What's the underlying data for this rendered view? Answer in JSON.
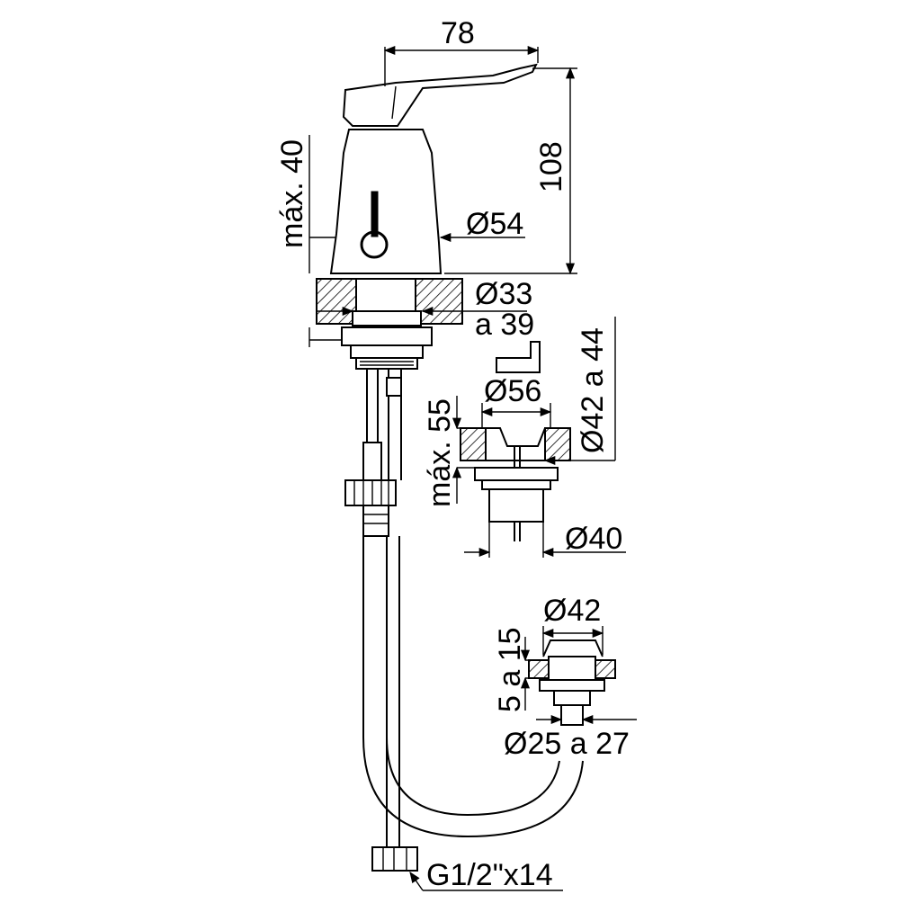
{
  "dimensions": {
    "width_top": "78",
    "height_total": "108",
    "max_40": "máx. 40",
    "dia_54": "Ø54",
    "dia_33": "Ø33",
    "a_39": "a 39",
    "dia_56": "Ø56",
    "dia_42_44": "Ø42 a 44",
    "max_55": "máx. 55",
    "dia_40": "Ø40",
    "dia_42": "Ø42",
    "range_15": "5 a 15",
    "dia_25_27": "Ø25 a 27",
    "thread": "G1/2\"x14"
  }
}
